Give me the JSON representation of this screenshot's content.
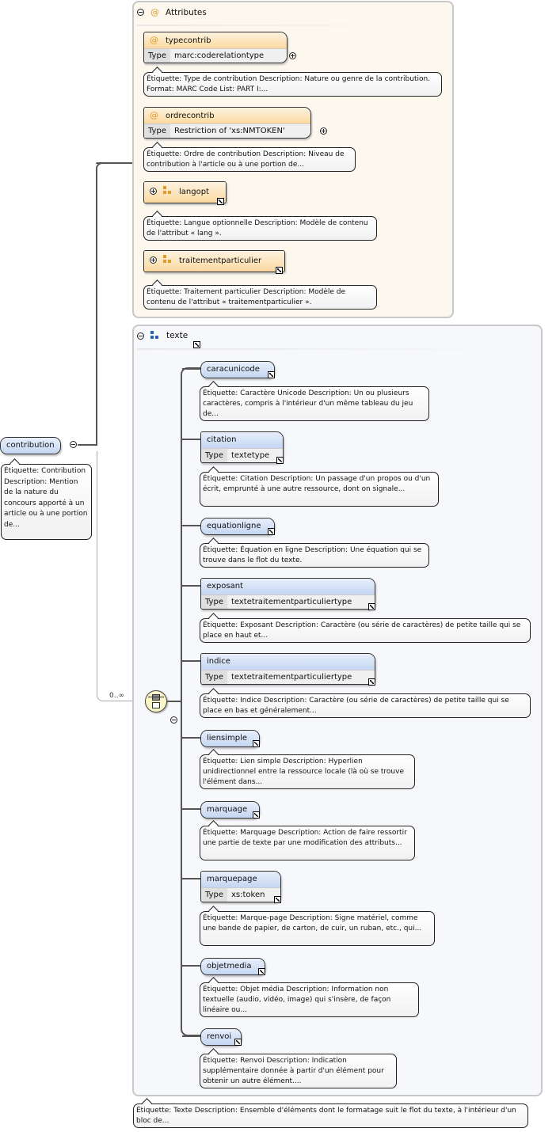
{
  "root": {
    "name": "contribution",
    "annotation": "Étiquette: Contribution Description: Mention de la nature du concours apporté à un article ou à une portion de...",
    "occurrence": "0..∞"
  },
  "attributes": {
    "title": "Attributes",
    "items": [
      {
        "name": "typecontrib",
        "type_label": "Type",
        "type": "marc:coderelationtype",
        "annotation": "Étiquette: Type de contribution Description: Nature ou genre de la contribution. Format: MARC Code List: PART I:..."
      },
      {
        "name": "ordrecontrib",
        "type_label": "Type",
        "type": "Restriction of 'xs:NMTOKEN'",
        "annotation": "Étiquette: Ordre de contribution Description: Niveau de contribution à l'article ou à une portion de..."
      },
      {
        "name": "langopt",
        "annotation": "Étiquette: Langue optionnelle Description: Modèle de contenu de l'attribut « lang »."
      },
      {
        "name": "traitementparticulier",
        "annotation": "Étiquette: Traitement particulier Description: Modèle de contenu de l'attribut « traitementparticulier »."
      }
    ]
  },
  "texte": {
    "title": "texte",
    "annotation": "Étiquette: Texte Description: Ensemble d'éléments dont le formatage suit le flot du texte, à l'intérieur d'un bloc de...",
    "children": [
      {
        "name": "caracunicode",
        "annotation": "Étiquette: Caractère Unicode Description: Un ou plusieurs caractères, compris à l'intérieur d'un même tableau du jeu de..."
      },
      {
        "name": "citation",
        "type_label": "Type",
        "type": "textetype",
        "annotation": "Étiquette: Citation Description: Un passage d'un propos ou d'un écrit, emprunté à une autre ressource, dont on signale..."
      },
      {
        "name": "equationligne",
        "annotation": "Étiquette: Équation en ligne Description: Une équation qui se trouve dans le flot du texte."
      },
      {
        "name": "exposant",
        "type_label": "Type",
        "type": "textetraitementparticuliertype",
        "annotation": "Étiquette: Exposant Description: Caractère (ou série de caractères) de petite taille qui se place en haut et..."
      },
      {
        "name": "indice",
        "type_label": "Type",
        "type": "textetraitementparticuliertype",
        "annotation": "Étiquette: Indice Description: Caractère (ou série de caractères) de petite taille qui se place en bas et généralement..."
      },
      {
        "name": "liensimple",
        "annotation": "Étiquette: Lien simple Description: Hyperlien unidirectionnel entre la ressource locale (là où se trouve l'élément dans..."
      },
      {
        "name": "marquage",
        "annotation": "Étiquette: Marquage Description: Action de faire ressortir une partie de texte par une modification des attributs..."
      },
      {
        "name": "marquepage",
        "type_label": "Type",
        "type": "xs:token",
        "annotation": "Étiquette: Marque-page Description: Signe matériel, comme une bande de papier, de carton, de cuir, un ruban, etc., qui..."
      },
      {
        "name": "objetmedia",
        "annotation": "Étiquette: Objet média Description: Information non textuelle (audio, vidéo, image) qui s'insère, de façon linéaire ou..."
      },
      {
        "name": "renvoi",
        "annotation": "Étiquette: Renvoi Description: Indication supplémentaire donnée à partir d'un élément pour obtenir un autre élément...."
      }
    ]
  }
}
